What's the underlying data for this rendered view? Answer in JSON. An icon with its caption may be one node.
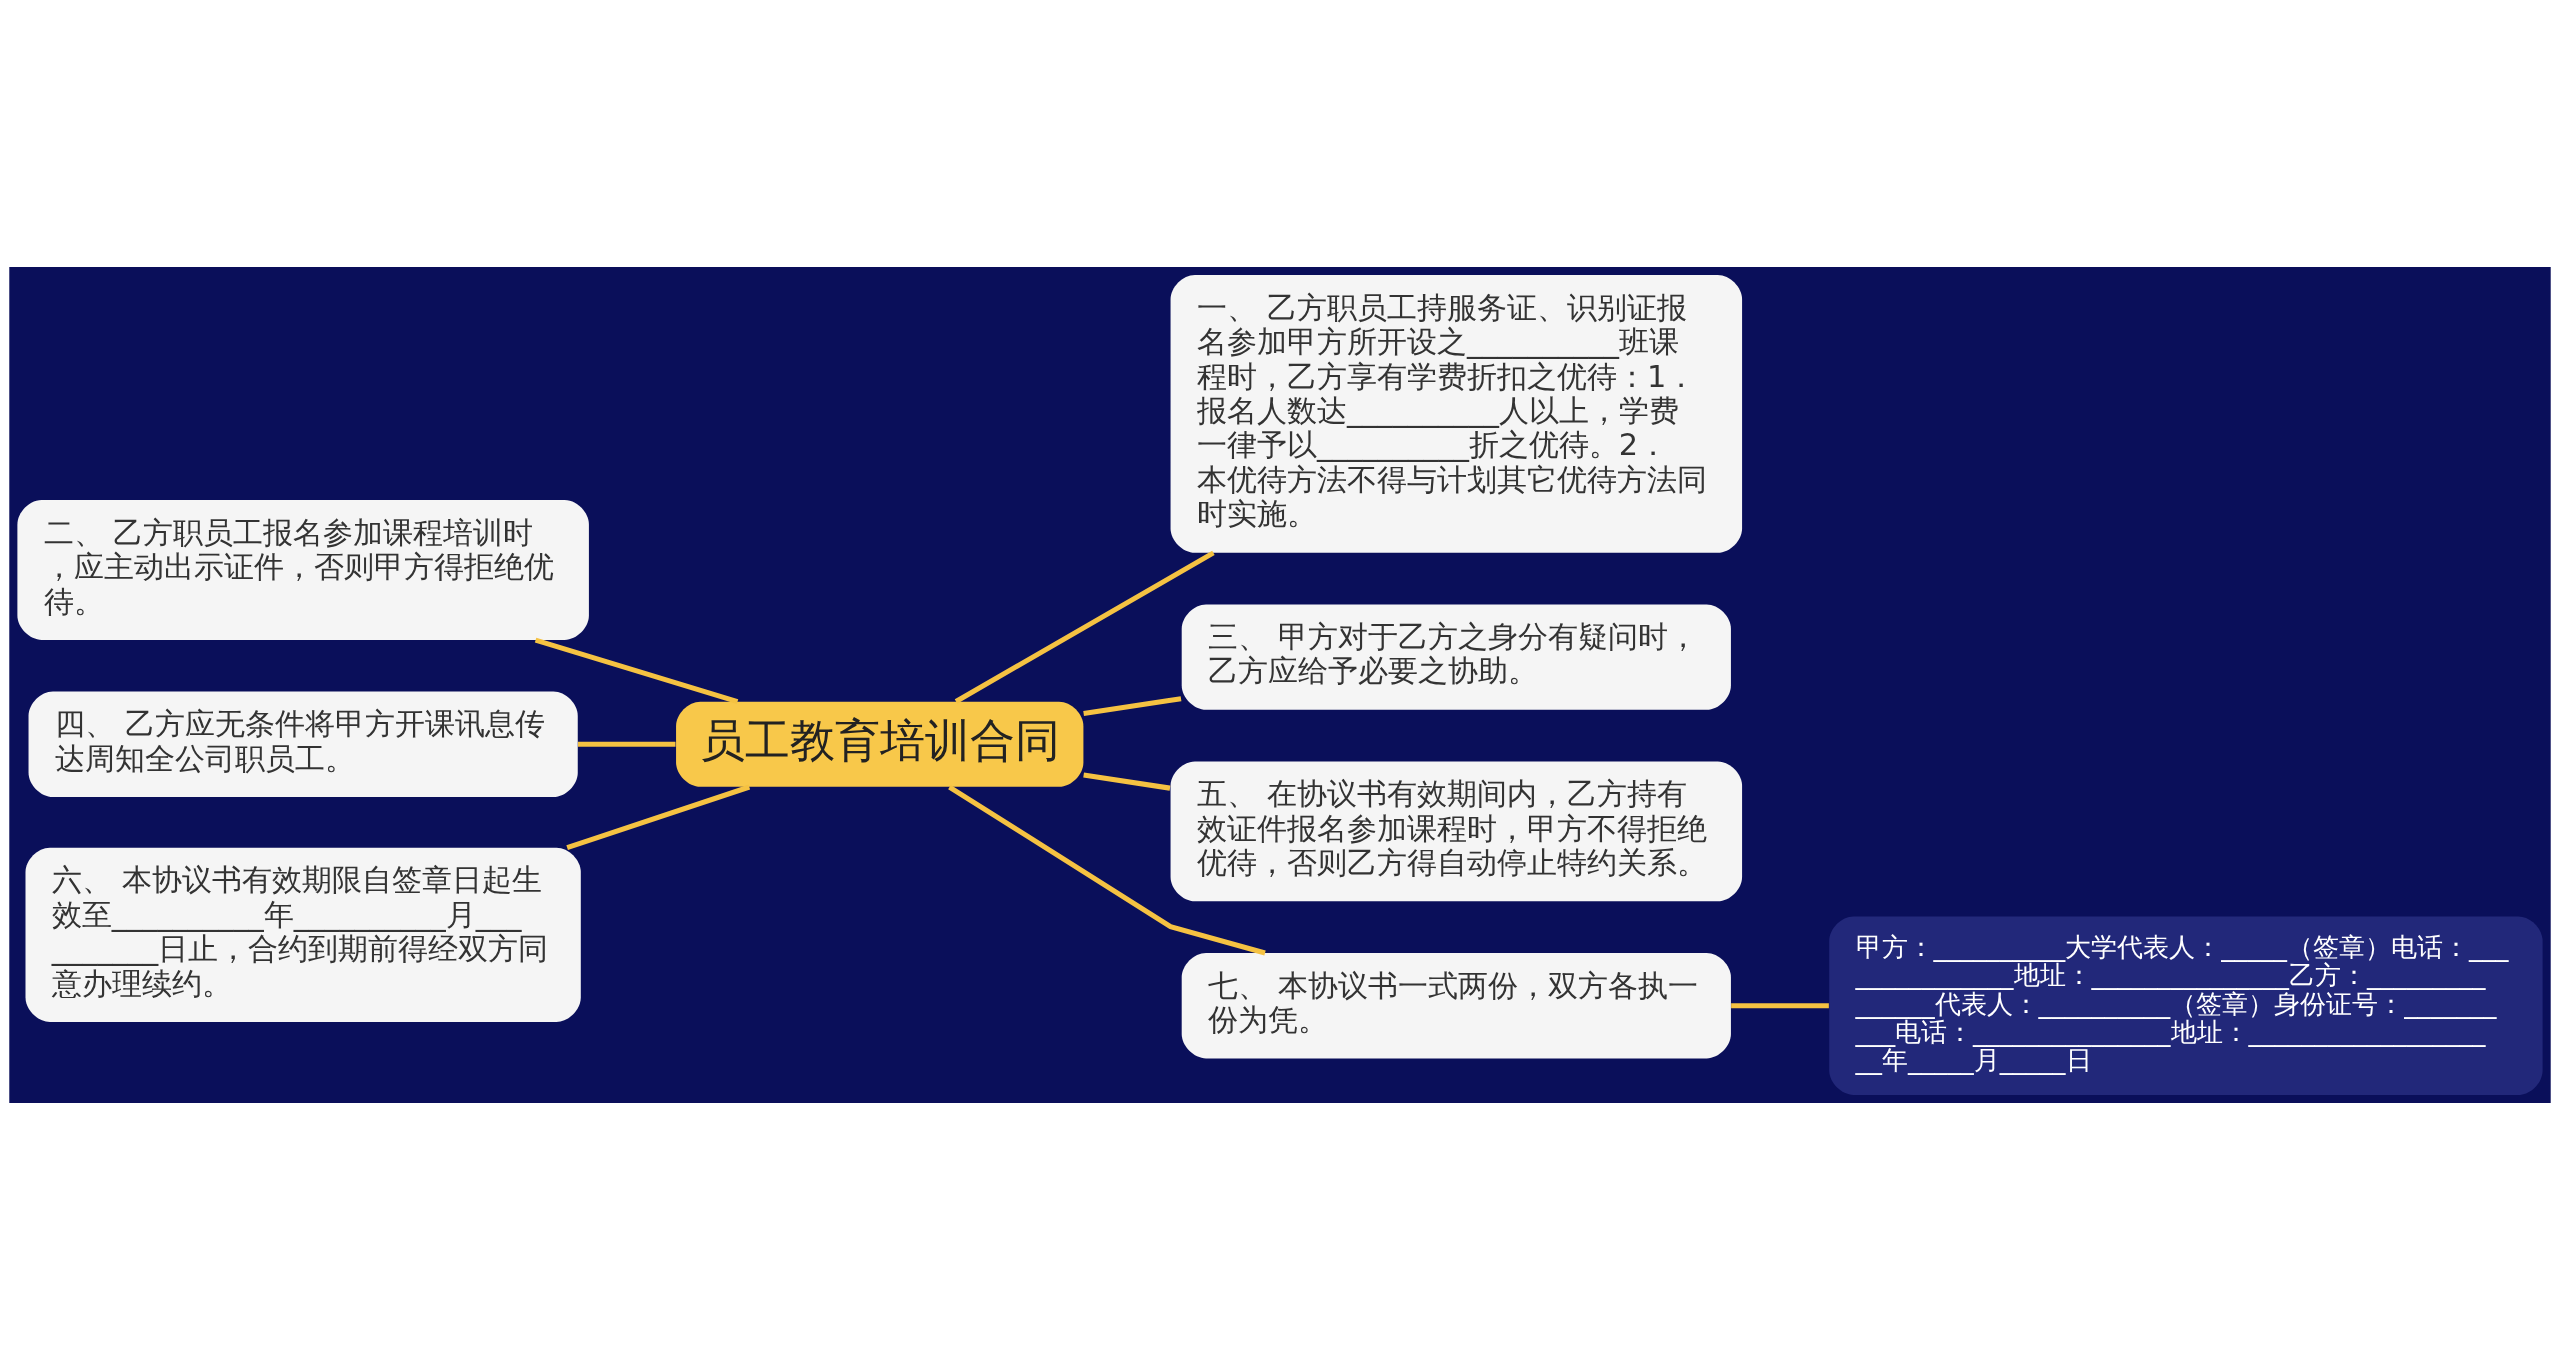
{
  "diagram": {
    "nodes": [
      {
        "text": [
          "员工教育培训合同"
        ]
      },
      {
        "text": [
          "一、 乙方职员工持服务证、识别证报名参加甲方所开设之__________班课程时，乙方享有学费折扣之优待：1．报名人数达__________人以上，学费一律予以__________折之优待。2．本优待方法不得与计划其它优待方法同时实施。"
        ]
      },
      {
        "text": [
          "三、 甲方对于乙方之身分有疑问时，乙方应给予必要之协助。"
        ]
      },
      {
        "text": [
          "五、 在协议书有效期间内，乙方持有效证件报名参加课程时，甲方不得拒绝优待，否则乙方得自动停止特约关系。"
        ]
      },
      {
        "text": [
          "七、 本协议书一式两份，双方各执一份为凭。"
        ]
      },
      {
        "text": [
          "甲方：__________大学代表人：_____（签章）电话：_______________地址：_______________乙方：_______________代表人：__________（签章）身份证号：__________电话：_______________地址：____________________年_____月_____日"
        ]
      },
      {
        "text": [
          "二、 乙方职员工报名参加课程培训时，应主动出示证件，否则甲方得拒绝优待。"
        ]
      },
      {
        "text": [
          "四、 乙方应无条件将甲方开课讯息传达周知全公司职员工。"
        ]
      },
      {
        "text": [
          "六、 本协议书有效期限自签章日起生效至__________年__________月__________日止，合约到期前得经双方同意办理续约。"
        ]
      }
    ],
    "edges": [
      {
        "from": 0,
        "to": 1,
        "arrow": "none"
      },
      {
        "from": 0,
        "to": 2,
        "arrow": "none"
      },
      {
        "from": 0,
        "to": 3,
        "arrow": "none"
      },
      {
        "from": 0,
        "to": 4,
        "arrow": "none"
      },
      {
        "from": 4,
        "to": 5,
        "arrow": "none"
      },
      {
        "from": 6,
        "to": 0,
        "arrow": "none"
      },
      {
        "from": 7,
        "to": 0,
        "arrow": "none"
      },
      {
        "from": 8,
        "to": 0,
        "arrow": "none"
      }
    ]
  }
}
